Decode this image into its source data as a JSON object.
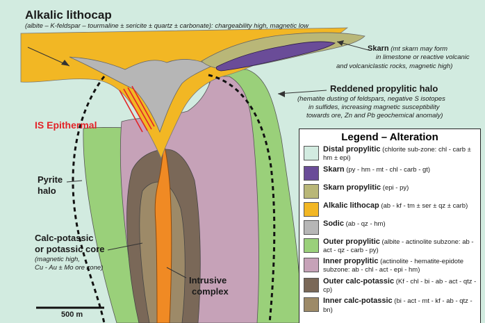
{
  "colors": {
    "background": "#d2ebe0",
    "lithocap": "#f2b724",
    "skarn": "#6a4c98",
    "skarn_propylitic": "#b9b778",
    "sodic": "#b6b6b6",
    "outer_propylitic": "#9ad07a",
    "inner_propylitic": "#c6a2b8",
    "outer_calc_potassic": "#7a6858",
    "inner_calc_potassic": "#9d8a68",
    "intrusive": "#f08a24",
    "title_red": "#e32227"
  },
  "title": "Alkalic lithocap",
  "subtitle": "(albite – K-feldspar – tourmaline ± sericite ± quartz ± carbonate): chargeability high, magnetic low",
  "labels": {
    "skarn_name": "Skarn",
    "skarn_note_1": " (mt skarn may form",
    "skarn_note_2": "in limestone or reactive volcanic",
    "skarn_note_3": "and volcaniclastic rocks, magnetic high)",
    "reddened_name": "Reddened propylitic halo",
    "reddened_note_1": "(hematite dusting of feldspars, negative S isotopes",
    "reddened_note_2": "in sulfides, increasing magnetic susceptibility",
    "reddened_note_3": "towards ore, Zn and Pb geochemical anomaly)",
    "is_epithermal": "IS Epithermal",
    "pyrite_1": "Pyrite",
    "pyrite_2": "halo",
    "calc_1": "Calc-potassic",
    "calc_2": "or potassic core",
    "calc_note_1": "(magnetic high,",
    "calc_note_2": "Cu - Au ± Mo ore zone)",
    "intrusive_1": "Intrusive",
    "intrusive_2": "complex",
    "scale": "500 m"
  },
  "legend": {
    "title": "Legend – Alteration",
    "items": [
      {
        "name": "Distal propylitic",
        "desc": " (chlorite sub-zone: chl - carb ± hm ± epi)",
        "color": "#d2ebe0"
      },
      {
        "name": "Skarn",
        "desc": " (py - hm - mt - chl - carb - gt)",
        "color": "#6a4c98"
      },
      {
        "name": "Skarn propylitic",
        "desc": " (epi - py)",
        "color": "#b9b778"
      },
      {
        "name": "Alkalic lithocap",
        "desc": " (ab - kf - tm ± ser ± qz ± carb)",
        "color": "#f2b724"
      },
      {
        "name": "Sodic",
        "desc": " (ab - qz - hm)",
        "color": "#b6b6b6"
      },
      {
        "name": "Outer propylitic",
        "desc": " (albite - actinolite subzone: ab - act - qz - carb - py)",
        "color": "#9ad07a"
      },
      {
        "name": "Inner propylitic",
        "desc": " (actinolite - hematite-epidote subzone: ab - chl - act - epi - hm)",
        "color": "#c6a2b8"
      },
      {
        "name": "Outer calc-potassic",
        "desc": " (Kf - chl - bi - ab - act - qtz - cp)",
        "color": "#7a6858"
      },
      {
        "name": "Inner calc-potassic",
        "desc": " (bi - act - mt - kf - ab - qtz - bn)",
        "color": "#9d8a68"
      }
    ]
  }
}
